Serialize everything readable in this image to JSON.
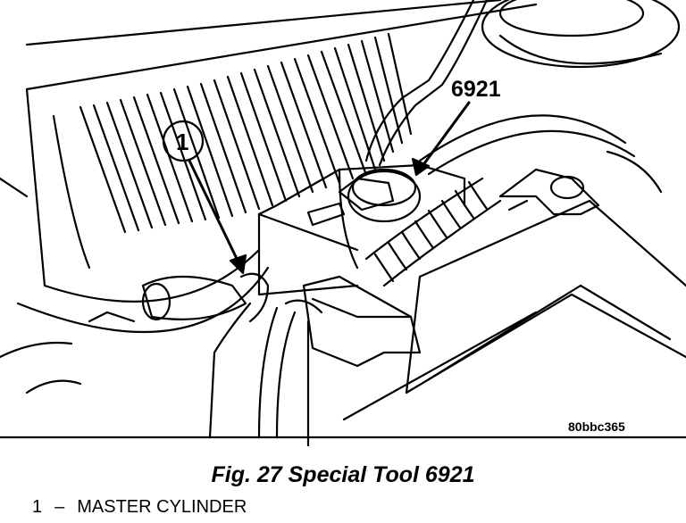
{
  "figure": {
    "callout_1": "1",
    "callout_tool": "6921",
    "image_code": "80bbc365"
  },
  "caption": "Fig. 27 Special Tool 6921",
  "legend": [
    {
      "number": "1",
      "separator": "–",
      "label": "MASTER CYLINDER"
    }
  ]
}
